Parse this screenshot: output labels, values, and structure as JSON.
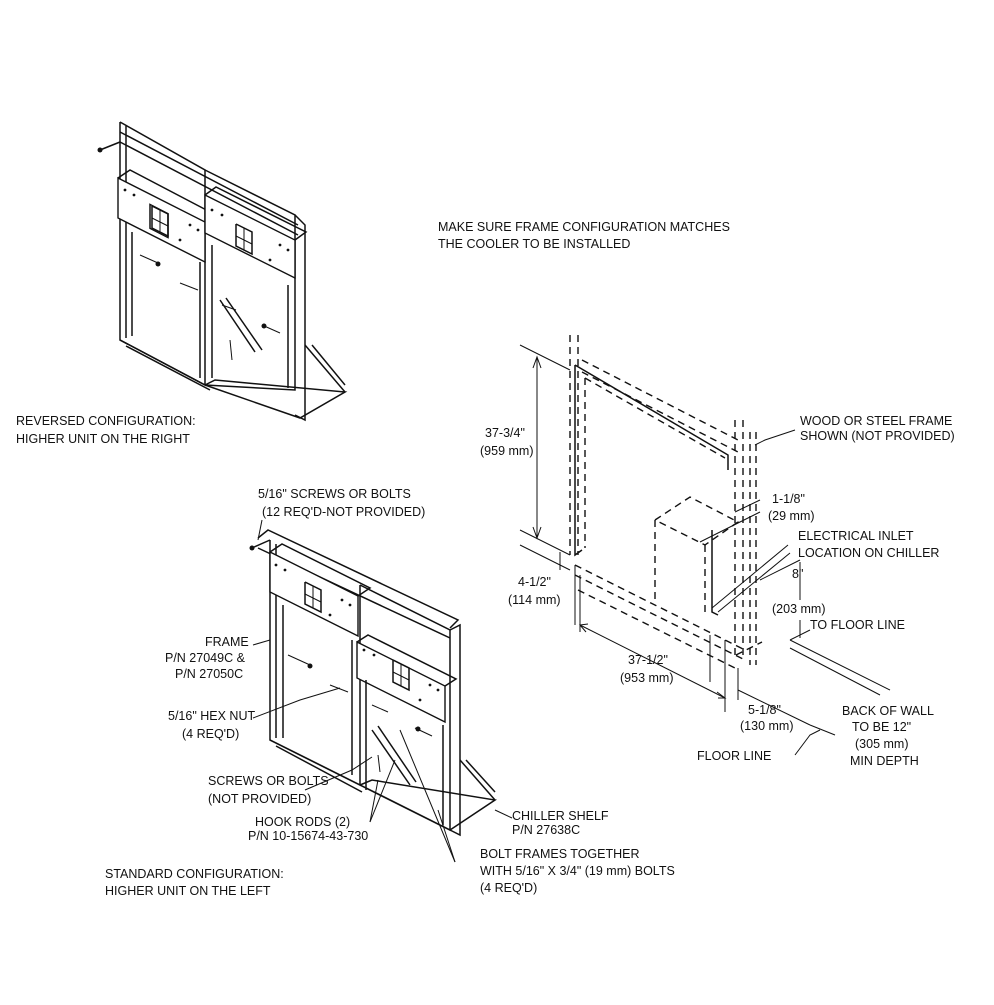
{
  "notes": {
    "top_line1": "MAKE SURE FRAME CONFIGURATION MATCHES",
    "top_line2": "THE COOLER TO BE INSTALLED"
  },
  "reversed": {
    "line1": "REVERSED CONFIGURATION:",
    "line2": "HIGHER UNIT ON THE RIGHT"
  },
  "standard": {
    "line1": "STANDARD CONFIGURATION:",
    "line2": "HIGHER UNIT ON THE LEFT"
  },
  "callouts": {
    "screws1": "5/16\" SCREWS OR BOLTS",
    "screws2": "(12 REQ'D-NOT PROVIDED)",
    "frame1": "FRAME",
    "frame2": "P/N 27049C &",
    "frame3": "P/N 27050C",
    "hexnut1": "5/16\" HEX NUT",
    "hexnut2": "(4 REQ'D)",
    "screwsb1": "SCREWS OR BOLTS",
    "screwsb2": "(NOT PROVIDED)",
    "hook1": "HOOK RODS (2)",
    "hook2": "P/N 10-15674-43-730",
    "chiller1": "CHILLER SHELF",
    "chiller2": "P/N 27638C",
    "bolt1": "BOLT FRAMES TOGETHER",
    "bolt2": "WITH 5/16\" X 3/4\" (19 mm) BOLTS",
    "bolt3": "(4 REQ'D)"
  },
  "dimensions": {
    "h_in": "37-3/4\"",
    "h_mm": "(959 mm)",
    "base_in": "4-1/2\"",
    "base_mm": "(114 mm)",
    "w_in": "37-1/2\"",
    "w_mm": "(953 mm)",
    "d1_in": "1-1/8\"",
    "d1_mm": "(29 mm)",
    "d2_in": "5-1/8\"",
    "d2_mm": "(130 mm)",
    "e_in": "8\"",
    "e_mm": "(203 mm)",
    "to_floor": "TO FLOOR LINE",
    "wood1": "WOOD OR STEEL FRAME",
    "wood2": "SHOWN (NOT PROVIDED)",
    "elec1": "ELECTRICAL INLET",
    "elec2": "LOCATION ON CHILLER",
    "back1": "BACK OF WALL",
    "back2": "TO BE 12\"",
    "back3": "(305 mm)",
    "back4": "MIN DEPTH",
    "floor": "FLOOR LINE"
  }
}
